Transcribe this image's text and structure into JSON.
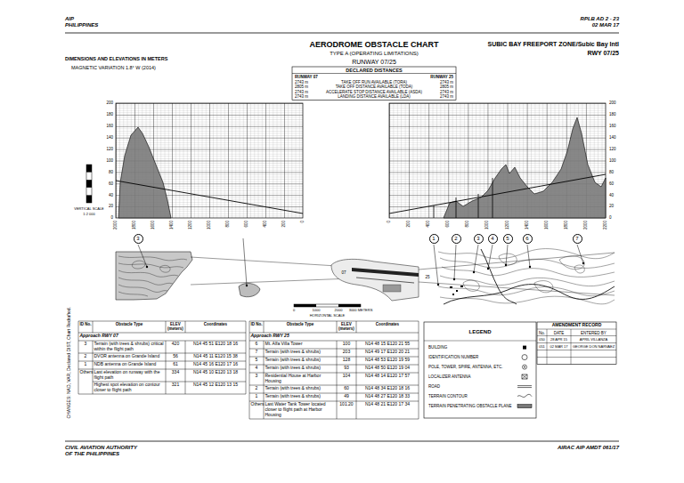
{
  "diagram": {
    "title": "AERODROME OBSTACLE CHART",
    "nodes": [
      {
        "text": [
          "3"
        ]
      },
      {
        "text": [
          "1"
        ]
      },
      {
        "text": [
          "2"
        ]
      },
      {
        "text": [
          "3"
        ]
      },
      {
        "text": [
          "4"
        ]
      },
      {
        "text": [
          "5"
        ]
      },
      {
        "text": [
          "6"
        ]
      },
      {
        "text": [
          "7"
        ]
      }
    ],
    "labels": [
      "AIP",
      "PHILIPPINES",
      "RPLB AD 2 - 23",
      "02 MAR 17",
      "DIMENSIONS AND ELEVATIONS IN METERS",
      "TYPE A (OPERATING LIMITATIONS)",
      "SUBIC BAY FREEPORT ZONE/Subic Bay Intl",
      "RWY 07/25",
      "MAGNETIC VARIATION 1.8° W (2014)",
      "RUNWAY 07/25",
      "DECLARED DISTANCES",
      "RUNWAY 07",
      "RUNWAY 25",
      "2743 m",
      "TAKE OFF RUN AVAILABLE (TORA)",
      "2743 m",
      "2805 m",
      "TAKE OFF DISTANCE AVAILABLE (TODA)",
      "2805 m",
      "2743 m",
      "ACCELERATE STOP DISTANCE AVAILABLE (ASDA)",
      "2743 m",
      "2743 m",
      "LANDING DISTANCE AVAILABLE (LDA)",
      "2743 m",
      "0",
      "20",
      "40",
      "60",
      "80",
      "100",
      "120",
      "140",
      "160",
      "180",
      "200",
      "0",
      "20",
      "40",
      "60",
      "80",
      "100",
      "120",
      "140",
      "160",
      "180",
      "200",
      "2000",
      "1800",
      "1600",
      "1400",
      "1200",
      "1000",
      "800",
      "600",
      "400",
      "200",
      "0",
      "0",
      "200",
      "400",
      "600",
      "800",
      "1000",
      "1200",
      "1400",
      "1600",
      "1800",
      "2000",
      "2200",
      "VERTICAL SCALE",
      "1:2 000",
      "HORIZONTAL SCALE",
      "0",
      "1000",
      "2000",
      "3000 METERS",
      "07",
      "25",
      "ID No.",
      "Obstacle Type",
      "ELEV (meters)",
      "Coordinates",
      "Approach RWY 07",
      "3",
      "Terrain (with trees & shrubs) critical within the flight path",
      "420",
      "N14 45 51 E120 18 16",
      "2",
      "DVOR antenna on Grande Island",
      "56",
      "N14 45 11 E120 15 38",
      "1",
      "NDB antenna on Grande Island",
      "61",
      "N14 45 16 E120 17 16",
      "Others",
      "Last elevation on runway with the flight path",
      "334",
      "N14 45 10 E120 13 18",
      "Highest spot elevation on contour closer to flight path",
      "321",
      "N14 45 12 E120 13 15",
      "ID No.",
      "Obstacle Type",
      "ELEV (meters)",
      "Coordinates",
      "Approach RWY 25",
      "6",
      "Mt. Alfa Villa Tower",
      "100",
      "N14 48 15 E120 21 55",
      "7",
      "Terrain (with trees & shrubs)",
      "203",
      "N14 49 17 E120 20 21",
      "5",
      "Terrain (with trees & shrubs)",
      "128",
      "N14 48 53 E120 19 59",
      "4",
      "Terrain (with trees & shrubs)",
      "93",
      "N14 48 50 E120 19 04",
      "3",
      "Residential House at Harbor Housing",
      "104",
      "N14 48 14 E120 17 57",
      "2",
      "Terrain (with trees & shrubs)",
      "60",
      "N14 48 34 E120 18 16",
      "1",
      "Terrain (with trees & shrubs)",
      "49",
      "N14 48 27 E120 18 33",
      "Others",
      "Last Water Tank Tower located closer to flight path at Harbor Housing",
      "101.20",
      "N14 48 21 E120 17 34",
      "LEGEND",
      "AMENDMENT RECORD",
      "No.",
      "DATE",
      "ENTERED BY",
      "050",
      "28 APR 15",
      "APRIL VILLANZA",
      "051",
      "02 MAR 17",
      "GEORGE DON NARVAEZ",
      "CHANGES: NAD, VAR, Declared DIST, Chart Redrafted.",
      "CIVIL AVIATION AUTHORITY",
      "OF THE PHILIPPINES",
      "AIRAC AIP AMDT 061/17"
    ],
    "legend": [
      {
        "text": "BUILDING"
      },
      {
        "text": "IDENTIFICATION NUMBER"
      },
      {
        "text": "POLE, TOWER, SPIRE, ANTENNA, ETC."
      },
      {
        "text": "LOCALIZER ANTENNA"
      },
      {
        "text": "ROAD"
      },
      {
        "text": "TERRAIN CONTOUR"
      },
      {
        "text": "TERRAIN PENETRATING OBSTACLE PLANE"
      }
    ]
  }
}
